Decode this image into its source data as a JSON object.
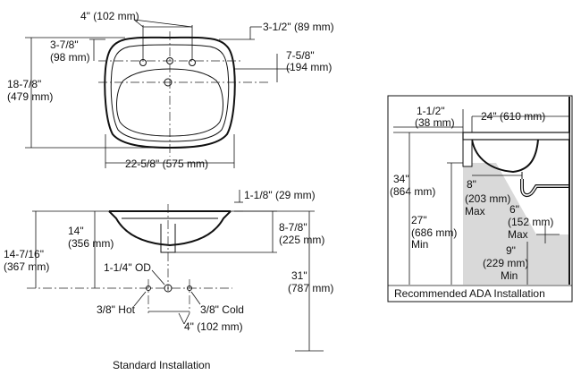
{
  "top_view": {
    "faucet_spacing": "4\" (102 mm)",
    "front_to_holes": "3-1/2\" (89 mm)",
    "left_offset_a": "3-7/8\"",
    "left_offset_b": "(98 mm)",
    "depth_a": "7-5/8\"",
    "depth_b": "(194 mm)",
    "height_a": "18-7/8\"",
    "height_b": "(479 mm)",
    "width": "22-5/8\" (575 mm)"
  },
  "side_view": {
    "rim_height": "1-1/8\" (29 mm)",
    "bowl_height_a": "14\"",
    "bowl_height_b": "(356 mm)",
    "bowl_depth_a": "8-7/8\"",
    "bowl_depth_b": "(225 mm)",
    "total_a": "14-7/16\"",
    "total_b": "(367 mm)",
    "drain_od": "1-1/4\" OD",
    "floor_a": "31\"",
    "floor_b": "(787 mm)",
    "hot": "3/8\" Hot",
    "cold": "3/8\" Cold",
    "supply_spacing": "4\" (102 mm)"
  },
  "standard_caption": "Standard Installation",
  "ada": {
    "caption": "Recommended ADA Installation",
    "offset_a": "1-1/2\"",
    "offset_b": "(38 mm)",
    "clearance_width": "24\" (610 mm)",
    "rim_a": "34\"",
    "rim_b": "(864 mm)",
    "knee_a": "27\"",
    "knee_b": "(686 mm)",
    "knee_c": "Min",
    "depth_a": "8\"",
    "depth_b": "(203 mm)",
    "depth_c": "Max",
    "trap_a": "6\"",
    "trap_b": "(152 mm)",
    "trap_c": "Max",
    "toe_a": "9\"",
    "toe_b": "(229 mm)",
    "toe_c": "Min"
  }
}
